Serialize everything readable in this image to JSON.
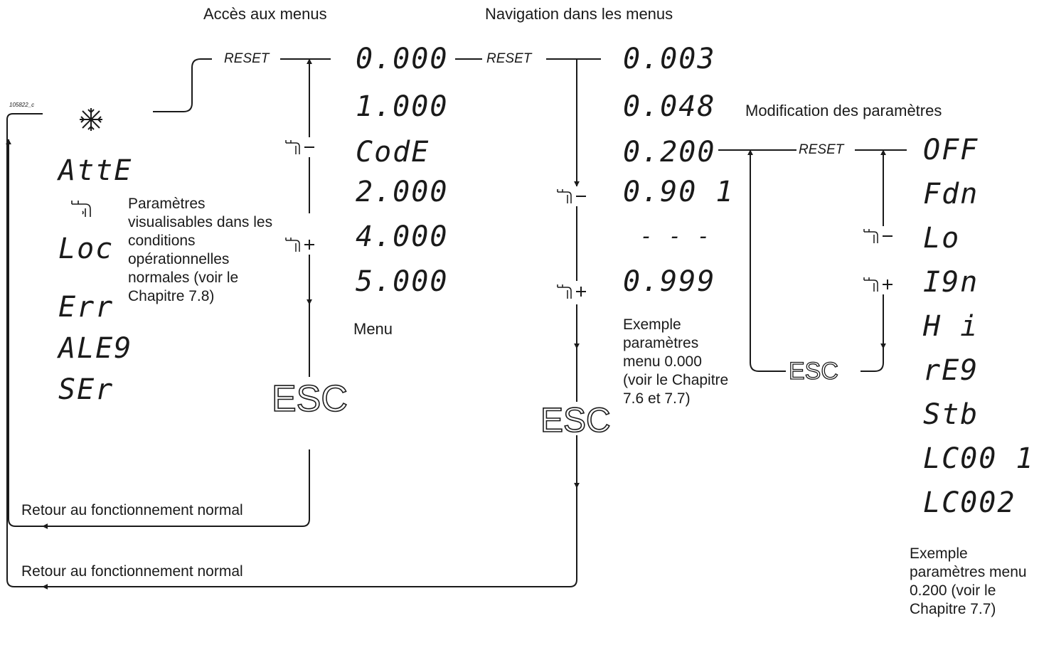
{
  "titles": {
    "access": "Accès aux menus",
    "navigation": "Navigation dans les menus",
    "modification": "Modification des paramètres"
  },
  "figure_id": "105822_c",
  "reset_label": "RESET",
  "esc_label": "ESC",
  "status_codes": [
    "AttE",
    "Loc",
    "Err",
    "ALE9",
    "SEr"
  ],
  "status_note": "Paramètres visualisables dans les conditions opérationnelles normales (voir le Chapitre 7.8)",
  "menu_codes": [
    "0.000",
    "1.000",
    "CodE",
    "2.000",
    "4.000",
    "5.000"
  ],
  "menu_label": "Menu",
  "param_codes": [
    "0.003",
    "0.048",
    "0.200",
    "0.90 1",
    "- - -",
    "0.999"
  ],
  "param_note": "Exemple paramètres menu 0.000 (voir le Chapitre 7.6 et 7.7)",
  "value_codes": [
    "OFF",
    "Fdn",
    "Lo",
    "I9n",
    "H i",
    "rE9",
    "Stb",
    "LC00 1",
    "LC002"
  ],
  "value_note": "Exemple paramètres menu 0.200 (voir le Chapitre 7.7)",
  "return_label": "Retour au fonctionnement normal",
  "icons": [
    "snowflake-icon",
    "tap-icon",
    "tap-minus-icon",
    "tap-plus-icon"
  ]
}
